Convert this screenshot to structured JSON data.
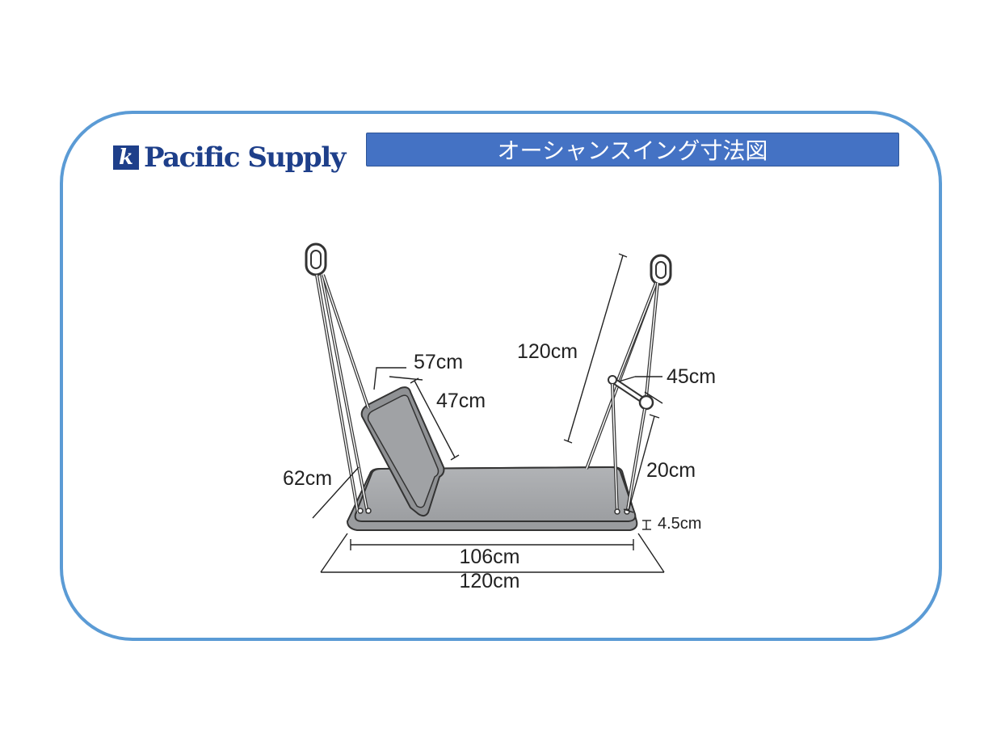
{
  "header": {
    "brand": "Pacific Supply",
    "brand_mark": "k",
    "title": "オーシャンスイング寸法図"
  },
  "diagram": {
    "labels": {
      "chain_length": "120cm",
      "spreader_width": "45cm",
      "back_width": "57cm",
      "back_height": "47cm",
      "seat_depth": "62cm",
      "lower_chain": "20cm",
      "seat_thickness": "4.5cm",
      "inner_length": "106cm",
      "total_length": "120cm"
    }
  },
  "colors": {
    "frame_border": "#5b9bd5",
    "title_bar": "#4472c4",
    "brand": "#1e3f8a",
    "seat": "#a7a9ac",
    "backrest": "#8f9194"
  }
}
